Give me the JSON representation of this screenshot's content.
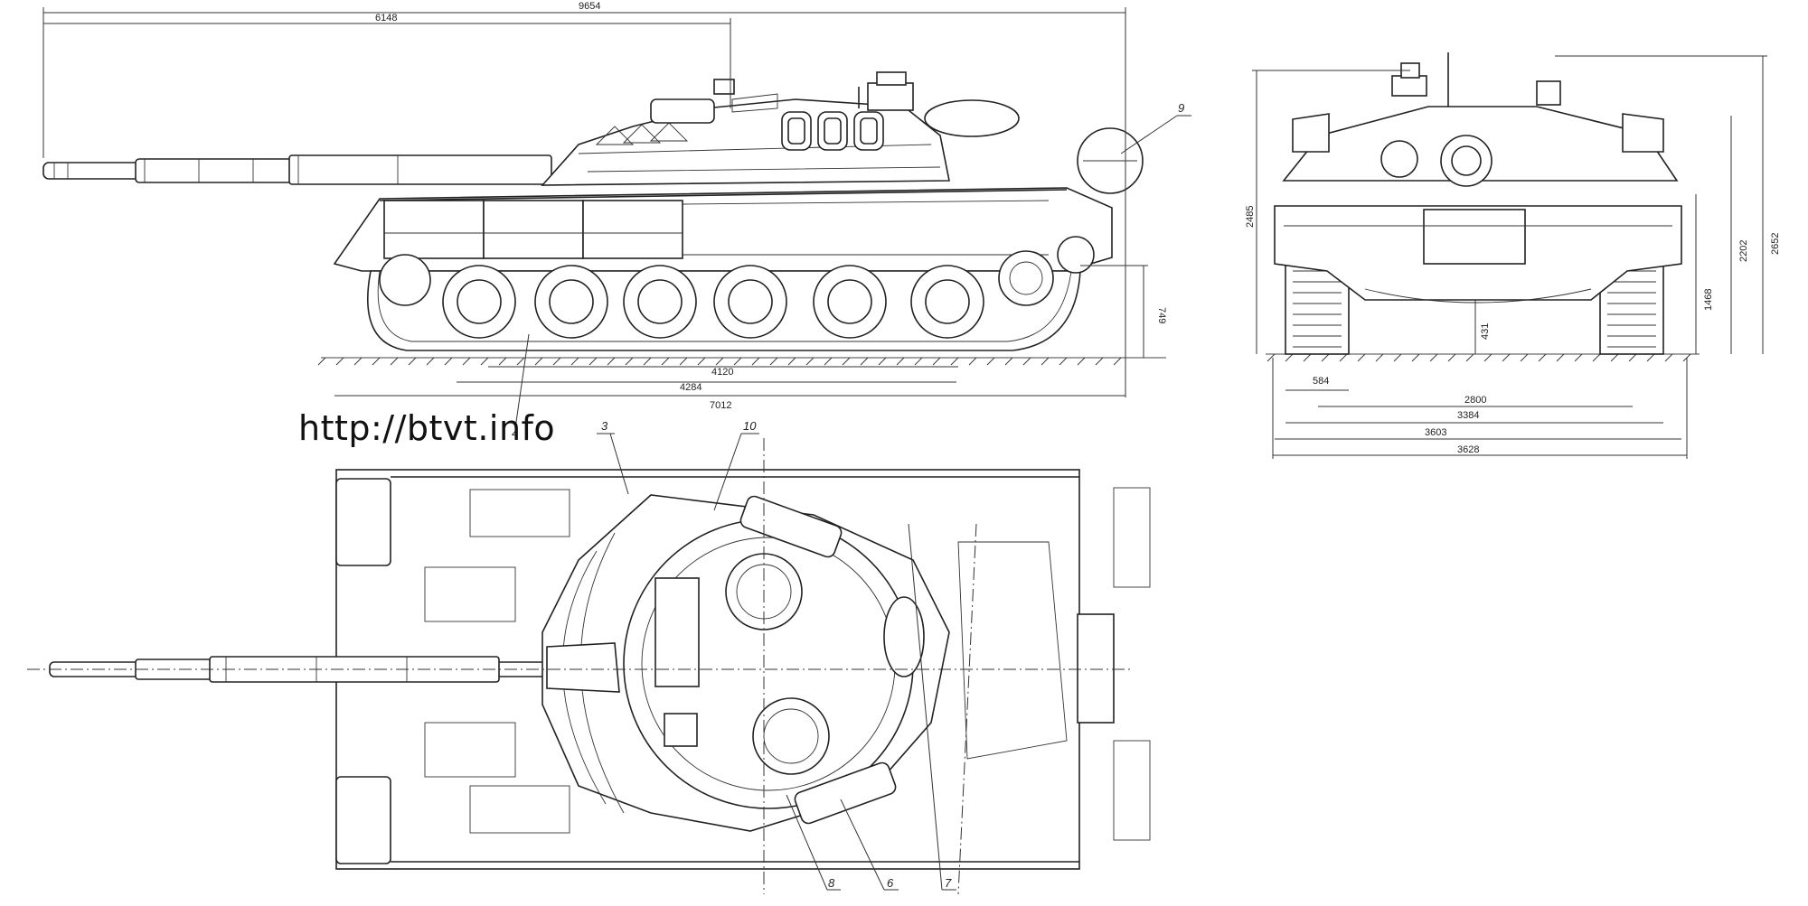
{
  "watermark": "http://btvt.info",
  "side_view": {
    "dimensions": {
      "overall_length": "9654",
      "gun_to_turret": "6148",
      "track_length": "4120",
      "hull_lower": "4284",
      "hull_length": "7012",
      "hull_height": "749"
    },
    "callouts": {
      "c9": "9",
      "c4": "4"
    }
  },
  "front_view": {
    "dimensions": {
      "height_total": "2485",
      "height_2202": "2202",
      "height_2652": "2652",
      "height_1468": "1468",
      "clearance": "431",
      "track_width": "584",
      "gauge": "2800",
      "width_3384": "3384",
      "width_3603": "3603",
      "width_3628": "3628"
    }
  },
  "top_view": {
    "callouts": {
      "c3": "3",
      "c10": "10",
      "c8": "8",
      "c6": "6",
      "c7": "7"
    }
  }
}
